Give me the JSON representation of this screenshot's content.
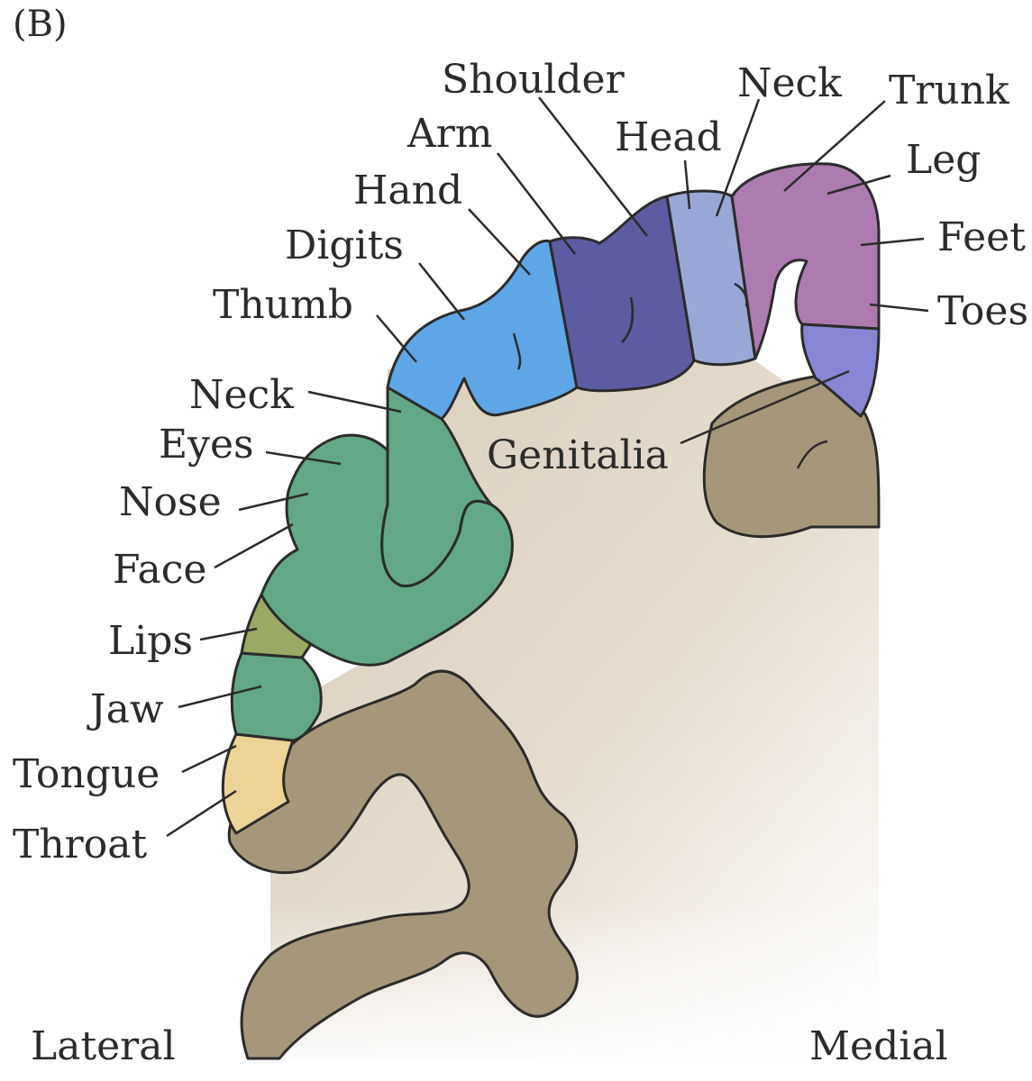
{
  "figure": {
    "panel_label": "(B)",
    "orientation": {
      "left": "Lateral",
      "right": "Medial"
    },
    "colors": {
      "background_tissue": "#ddd3c3",
      "cortex_brown": "#a7977a",
      "face_green": "#62a886",
      "lips_olive": "#9aa964",
      "tongue_yellow": "#ecd497",
      "hand_blue": "#5ea6e6",
      "arm_navy": "#5d5ba2",
      "head_lavender": "#98a7d5",
      "trunk_purple": "#ad7bb0",
      "genitalia_violet": "#8886d4"
    },
    "labels": {
      "shoulder": "Shoulder",
      "neck_upper": "Neck",
      "trunk": "Trunk",
      "arm": "Arm",
      "head": "Head",
      "leg": "Leg",
      "hand": "Hand",
      "feet": "Feet",
      "digits": "Digits",
      "toes": "Toes",
      "thumb": "Thumb",
      "neck_lower": "Neck",
      "eyes": "Eyes",
      "genitalia": "Genitalia",
      "nose": "Nose",
      "face": "Face",
      "lips": "Lips",
      "jaw": "Jaw",
      "tongue": "Tongue",
      "throat": "Throat"
    }
  }
}
